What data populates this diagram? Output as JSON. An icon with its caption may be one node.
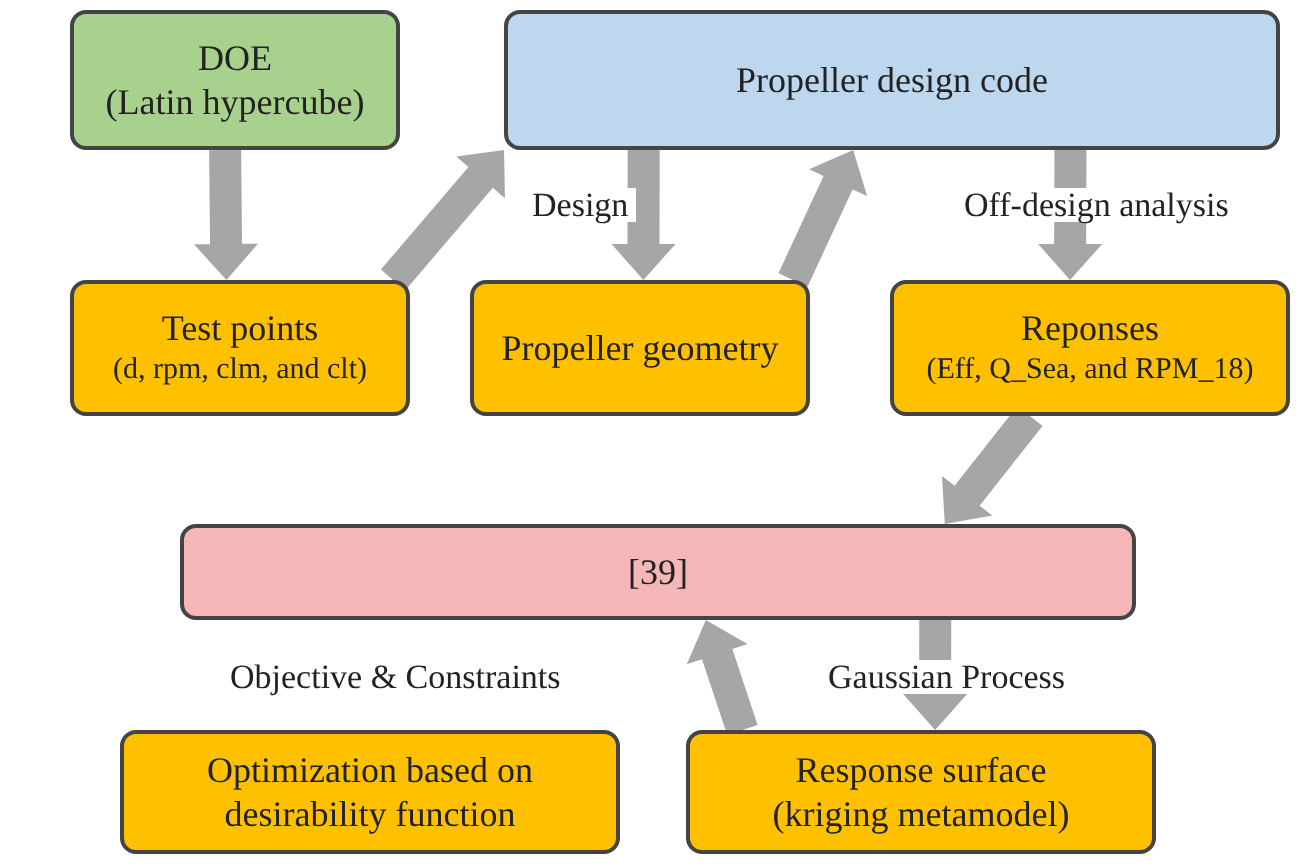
{
  "diagram": {
    "nodes": [
      {
        "text": [
          "DOE",
          "(Latin hypercube)"
        ]
      },
      {
        "text": [
          "Propeller design code"
        ]
      },
      {
        "text": [
          "Test points",
          "(d, rpm, clm, and clt)"
        ]
      },
      {
        "text": [
          "Propeller geometry"
        ]
      },
      {
        "text": [
          "Reponses",
          "(Eff, Q_Sea, and RPM_18)"
        ]
      },
      {
        "text": [
          "[39]"
        ]
      },
      {
        "text": [
          "Optimization based on desirability function"
        ]
      },
      {
        "text": [
          "Response surface",
          "(kriging metamodel)"
        ]
      }
    ],
    "edges": [
      {
        "from": 0,
        "to": 2,
        "arrow": "to"
      },
      {
        "from": 2,
        "to": 1,
        "arrow": "to"
      },
      {
        "from": 1,
        "to": 3,
        "arrow": "to",
        "label": "Design"
      },
      {
        "from": 3,
        "to": 1,
        "arrow": "to"
      },
      {
        "from": 1,
        "to": 4,
        "arrow": "to",
        "label": "Off-design analysis"
      },
      {
        "from": 4,
        "to": 5,
        "arrow": "to"
      },
      {
        "from": 5,
        "to": 7,
        "arrow": "to",
        "label": "Gaussian Process"
      },
      {
        "from": 7,
        "to": 5,
        "arrow": "to"
      }
    ],
    "labels": [
      "Objective & Constraints"
    ]
  }
}
